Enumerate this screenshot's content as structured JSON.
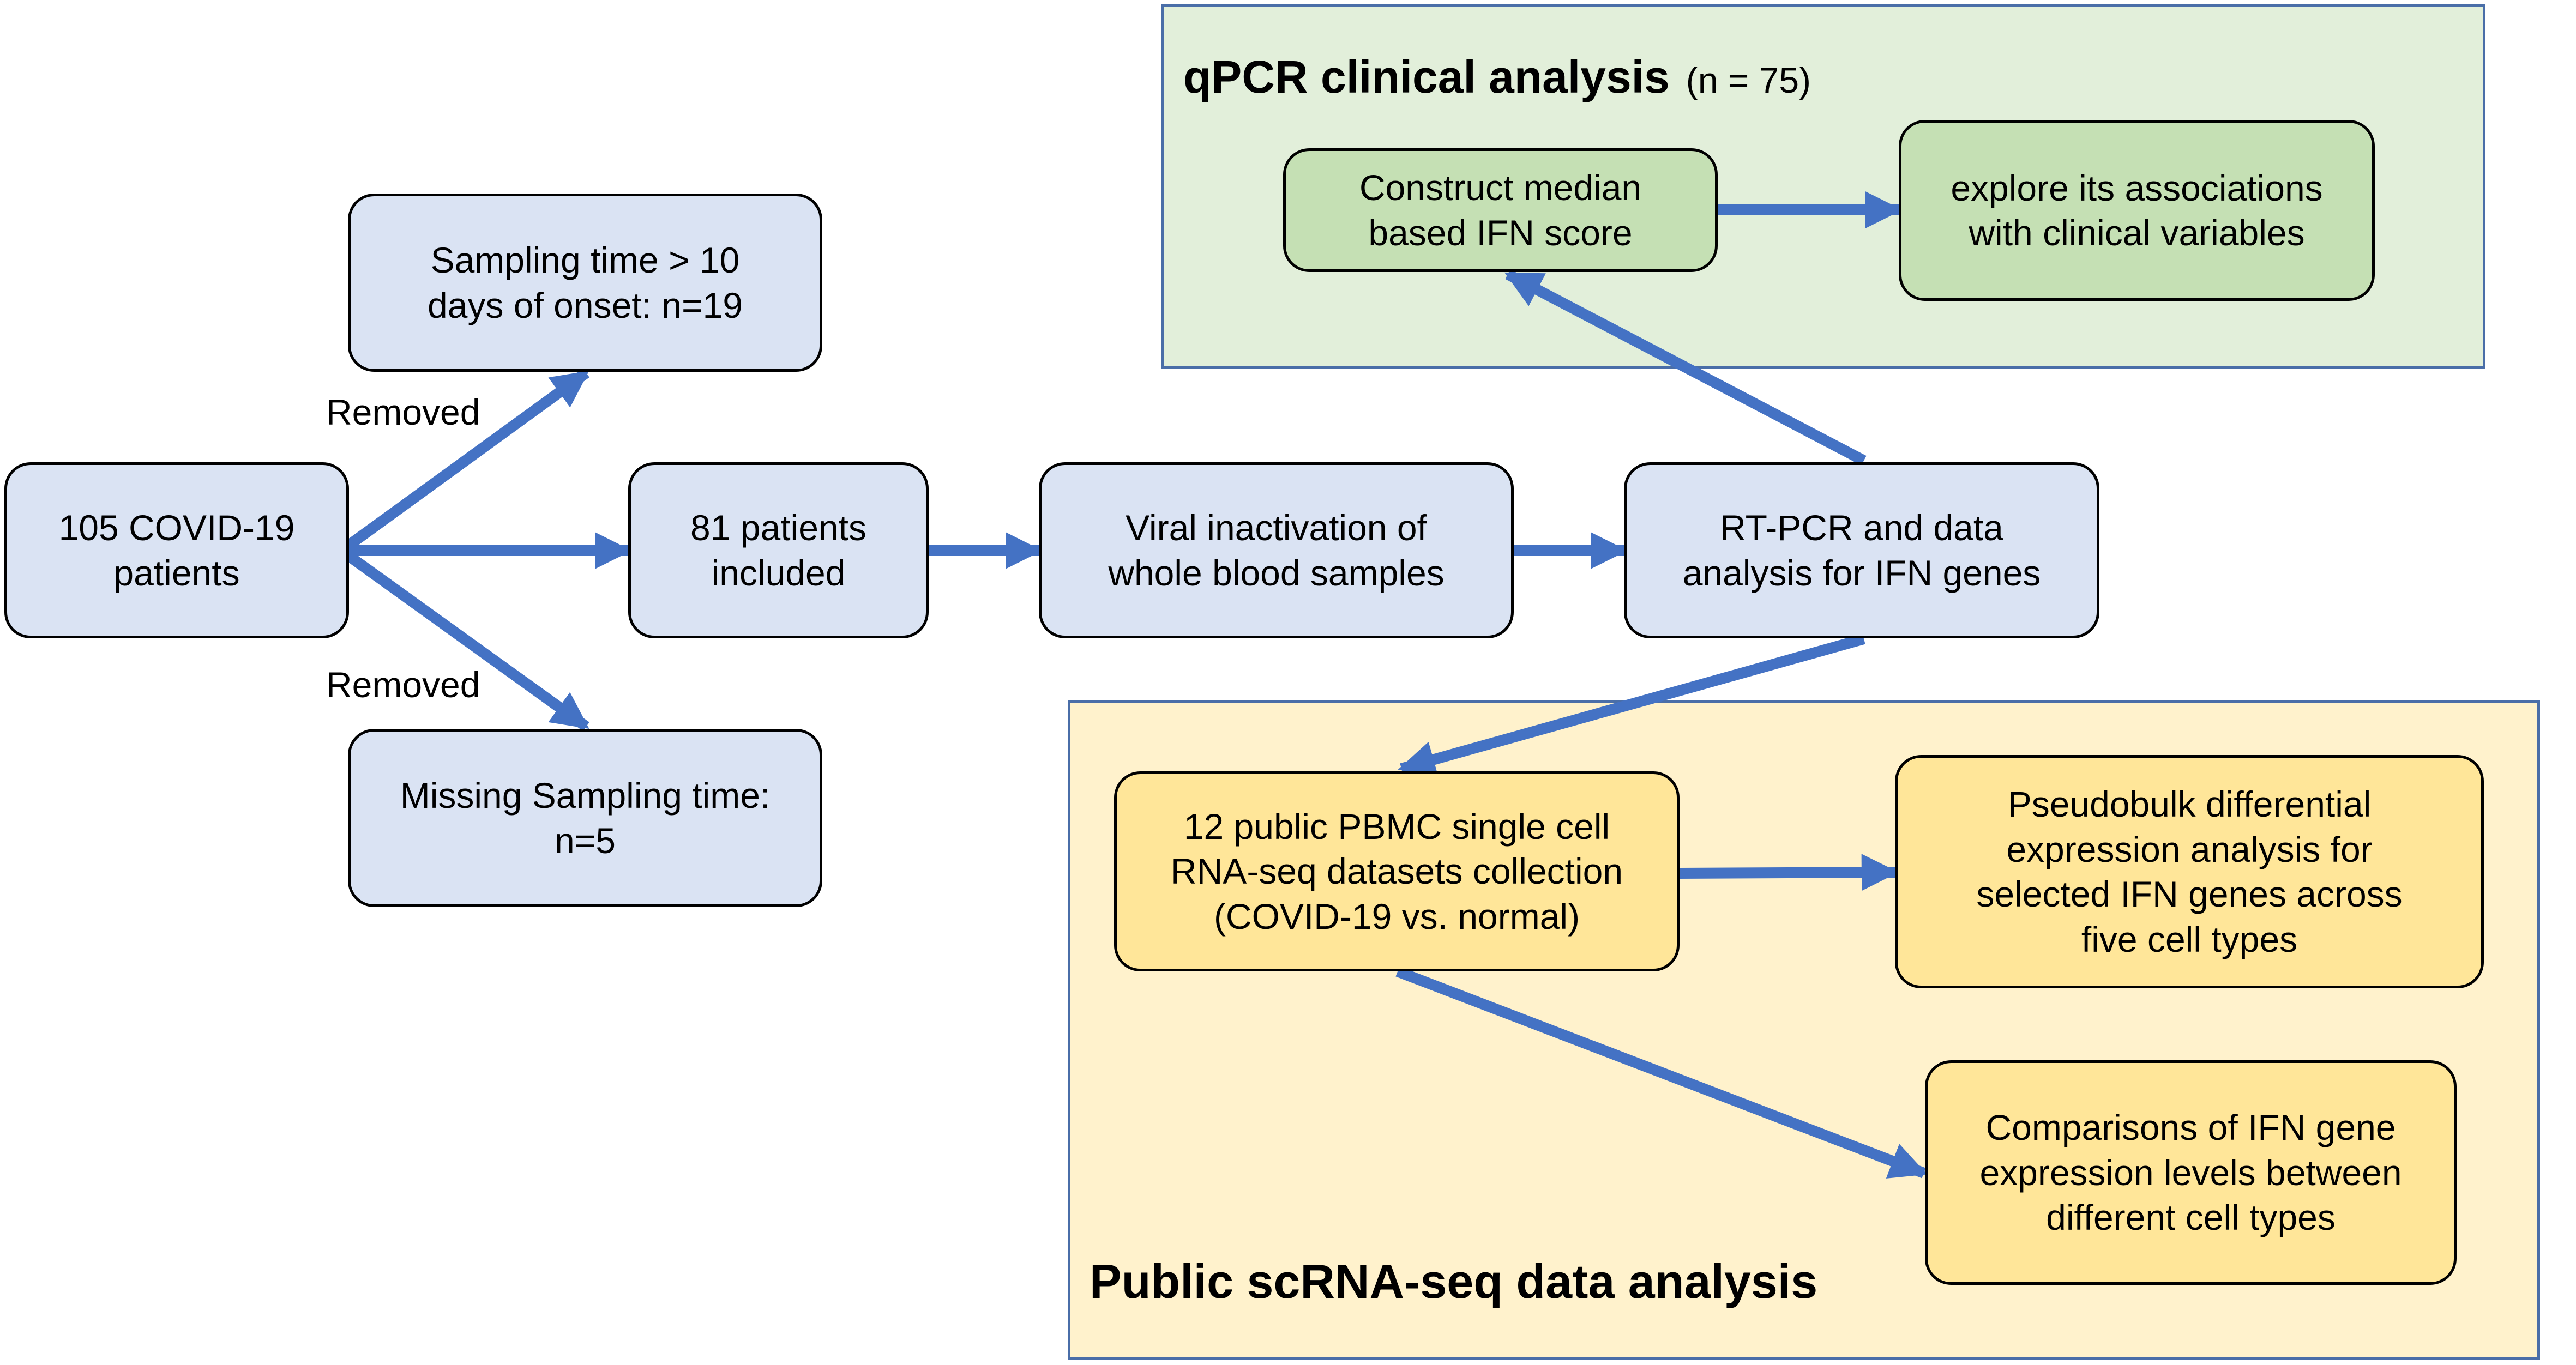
{
  "panels": {
    "qpcr": {
      "title": "qPCR clinical analysis",
      "subtitle": "(n = 75)"
    },
    "scrna": {
      "title": "Public scRNA-seq data analysis"
    }
  },
  "nodes": {
    "covid_patients": [
      "105 COVID-19",
      "patients"
    ],
    "sampling_removed": [
      "Sampling time > 10",
      "days of onset: n=19"
    ],
    "missing_removed": [
      "Missing Sampling time:",
      "n=5"
    ],
    "patients_included": [
      "81 patients",
      "included"
    ],
    "viral_inactivation": [
      "Viral inactivation of",
      "whole blood samples"
    ],
    "rtpcr": [
      "RT-PCR and data",
      "analysis for IFN genes"
    ],
    "ifn_score": [
      "Construct median",
      "based IFN score"
    ],
    "clinical_assoc": [
      "explore its associations",
      "with clinical variables"
    ],
    "scrna_datasets": [
      "12 public PBMC single cell",
      "RNA-seq datasets collection",
      "(COVID-19 vs. normal)"
    ],
    "pseudobulk": [
      "Pseudobulk differential",
      "expression analysis for",
      "selected IFN genes across",
      "five cell types"
    ],
    "comparisons": [
      "Comparisons of IFN gene",
      "expression levels between",
      "different cell types"
    ]
  },
  "edge_labels": {
    "removed_top": "Removed",
    "removed_bottom": "Removed"
  },
  "colors": {
    "arrow": "#4472c4",
    "node_blue": "#dae3f3",
    "node_green": "#c5e0b4",
    "node_yellow": "#ffe699",
    "panel_green": "#e2efda",
    "panel_yellow": "#fff2cc",
    "panel_border": "#4a6ea8"
  }
}
